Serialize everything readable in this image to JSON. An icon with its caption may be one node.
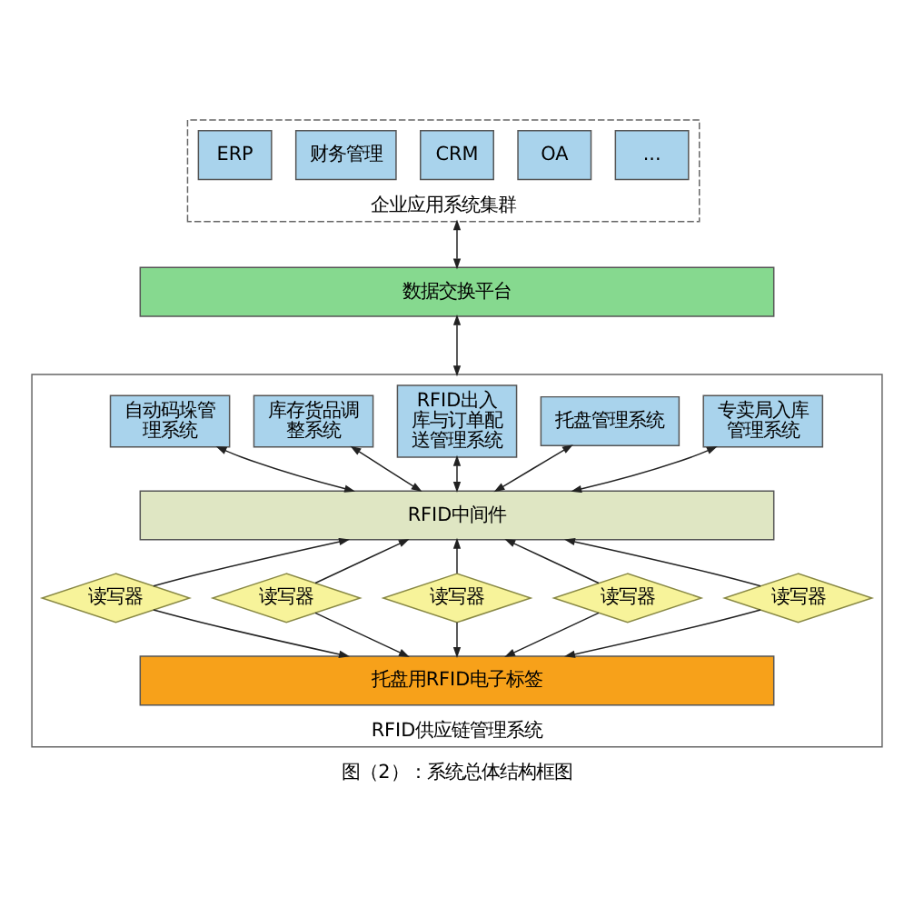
{
  "diagram": {
    "caption": "图（2）：系统总体结构框图",
    "nodes": [
      {
        "text": [
          "企业应用系统集群"
        ]
      },
      {
        "text": [
          "ERP"
        ],
        "in": 0
      },
      {
        "text": [
          "财务管理"
        ],
        "in": 0
      },
      {
        "text": [
          "CRM"
        ],
        "in": 0
      },
      {
        "text": [
          "OA"
        ],
        "in": 0
      },
      {
        "text": [
          "..."
        ],
        "in": 0
      },
      {
        "text": [
          "数据交换平台"
        ]
      },
      {
        "text": [
          "RFID供应链管理系统"
        ]
      },
      {
        "text": [
          "自动码垛管理系统"
        ],
        "in": 7
      },
      {
        "text": [
          "库存货品调整系统"
        ],
        "in": 7
      },
      {
        "text": [
          "RFID出入库与订单配送管理系统"
        ],
        "in": 7
      },
      {
        "text": [
          "托盘管理系统"
        ],
        "in": 7
      },
      {
        "text": [
          "专卖局入库管理系统"
        ],
        "in": 7
      },
      {
        "text": [
          "RFID中间件"
        ],
        "in": 7
      },
      {
        "text": [
          "读写器"
        ],
        "in": 7
      },
      {
        "text": [
          "读写器"
        ],
        "in": 7
      },
      {
        "text": [
          "读写器"
        ],
        "in": 7
      },
      {
        "text": [
          "读写器"
        ],
        "in": 7
      },
      {
        "text": [
          "读写器"
        ],
        "in": 7
      },
      {
        "text": [
          "托盘用RFID电子标签"
        ],
        "in": 7
      }
    ],
    "edges": [
      {
        "from": 0,
        "to": 6,
        "arrow": "both"
      },
      {
        "from": 6,
        "to": 7,
        "arrow": "both"
      },
      {
        "from": 8,
        "to": 13,
        "arrow": "both"
      },
      {
        "from": 9,
        "to": 13,
        "arrow": "both"
      },
      {
        "from": 10,
        "to": 13,
        "arrow": "both"
      },
      {
        "from": 11,
        "to": 13,
        "arrow": "both"
      },
      {
        "from": 12,
        "to": 13,
        "arrow": "both"
      },
      {
        "from": 14,
        "to": 13,
        "arrow": "to"
      },
      {
        "from": 15,
        "to": 13,
        "arrow": "to"
      },
      {
        "from": 16,
        "to": 13,
        "arrow": "to"
      },
      {
        "from": 17,
        "to": 13,
        "arrow": "to"
      },
      {
        "from": 18,
        "to": 13,
        "arrow": "to"
      },
      {
        "from": 14,
        "to": 19,
        "arrow": "to"
      },
      {
        "from": 15,
        "to": 19,
        "arrow": "to"
      },
      {
        "from": 16,
        "to": 19,
        "arrow": "to"
      },
      {
        "from": 17,
        "to": 19,
        "arrow": "to"
      },
      {
        "from": 18,
        "to": 19,
        "arrow": "to"
      }
    ]
  }
}
